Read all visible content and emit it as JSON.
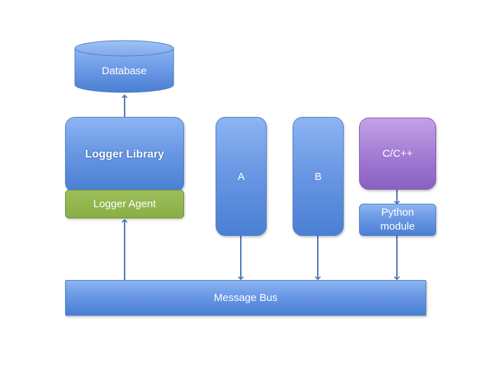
{
  "diagram": {
    "type": "architecture",
    "nodes": {
      "database": {
        "label": "Database",
        "shape": "cylinder",
        "color": "#6a98e4"
      },
      "logger_library": {
        "label": "Logger Library",
        "color": "#6a98e4"
      },
      "logger_agent": {
        "label": "Logger Agent",
        "color": "#89af45"
      },
      "a": {
        "label": "A",
        "color": "#6a98e4"
      },
      "b": {
        "label": "B",
        "color": "#6a98e4"
      },
      "cpp": {
        "label": "C/C++",
        "color": "#a47dd4"
      },
      "python_module": {
        "label": "Python module",
        "color": "#6a98e4"
      },
      "message_bus": {
        "label": "Message Bus",
        "color": "#6a98e4"
      }
    },
    "edges": [
      {
        "from": "logger_library",
        "to": "database"
      },
      {
        "from": "message_bus",
        "to": "logger_agent"
      },
      {
        "from": "a",
        "to": "message_bus"
      },
      {
        "from": "b",
        "to": "message_bus"
      },
      {
        "from": "cpp",
        "to": "python_module"
      },
      {
        "from": "python_module",
        "to": "message_bus"
      }
    ],
    "arrow_color": "#4a76b5"
  }
}
